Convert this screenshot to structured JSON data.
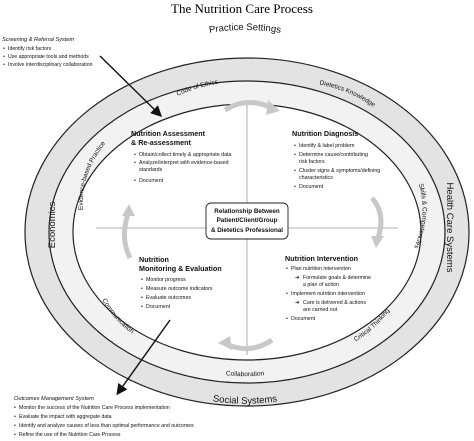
{
  "title": "The Nutrition Care Process",
  "screening": {
    "heading": "Screening & Referral System",
    "items": [
      "Identify risk factors",
      "Use appropriate tools and methods",
      "Involve interdisciplinary collaboration"
    ]
  },
  "outcomes": {
    "heading": "Outcomes Management System",
    "items": [
      "Monitor the success of the Nutrition Care Process implementation",
      "Evaluate the impact with aggregate data",
      "Identify and analyze causes of less than optimal performance and outcomes",
      "Refine the use of the Nutrition Care Process"
    ]
  },
  "outer_ring": {
    "top": "Practice Settings",
    "bottom": "Social Systems",
    "left": "Economics",
    "right": "Health Care Systems"
  },
  "inner_ring": {
    "code_of_ethics": "Code of Ethics",
    "dietetics_knowledge": "Dietetics Knowledge",
    "evidence_based_practice": "Evidence-based Practice",
    "skills_competencies": "Skills & Competencies",
    "communication": "Communication",
    "critical_thinking": "Critical Thinking",
    "collaboration": "Collaboration"
  },
  "center": {
    "line1": "Relationship Between",
    "line2": "Patient/Client/Group",
    "line3": "& Dietetics Professional"
  },
  "quadrants": {
    "assessment": {
      "title1": "Nutrition Assessment",
      "title2": "& Re-assessment",
      "items": [
        "Obtain/collect timely & appropriate data",
        "Analyze/interpret with evidence-based",
        "standards",
        "Document"
      ]
    },
    "diagnosis": {
      "title": "Nutrition Diagnosis",
      "items": [
        "Identify & label problem",
        "Determine cause/contributing",
        "risk factors",
        "Cluster signs & symptoms/defining",
        "characteristics",
        "Document"
      ]
    },
    "intervention": {
      "title": "Nutrition Intervention",
      "items": [
        "Plan nutrition intervention",
        "Formulate goals & determine",
        "a plan of action",
        "Implement nutrition intervention",
        "Care is delivered & actions",
        "are carried out",
        "Document"
      ]
    },
    "monitoring": {
      "title1": "Nutrition",
      "title2": "Monitoring & Evaluation",
      "items": [
        "Monitor progress",
        "Measure outcome indicators",
        "Evaluate outcomes",
        "Document"
      ]
    }
  },
  "colors": {
    "outer_ring_fill": "#e3e3e3",
    "middle_ring_fill": "#f2f2f2",
    "cycle_arrow": "#c8c8c8",
    "stroke": "#222222"
  }
}
